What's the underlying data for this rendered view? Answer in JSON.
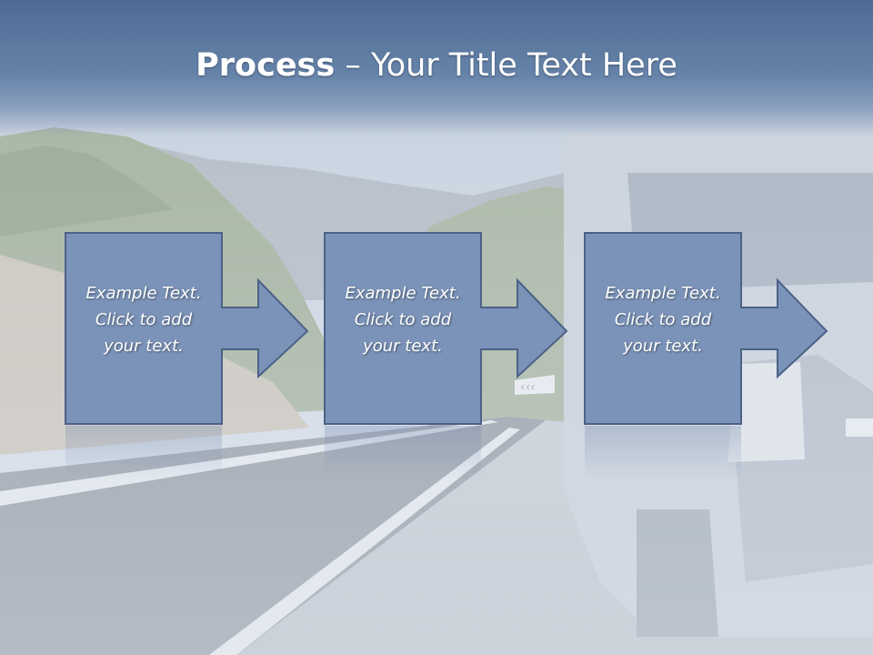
{
  "slide": {
    "title_bold": "Process",
    "title_rest": " – Your Title Text Here"
  },
  "steps": [
    {
      "text": "Example Text.\nClick  to add\nyour text."
    },
    {
      "text": "Example Text.\nClick  to add\nyour text."
    },
    {
      "text": "Example Text.\nClick  to add\nyour text."
    }
  ],
  "colors": {
    "title_band": "#5b7aa3",
    "shape_fill": "#7b93b8",
    "shape_stroke": "#4d6187",
    "text": "#ffffff"
  }
}
